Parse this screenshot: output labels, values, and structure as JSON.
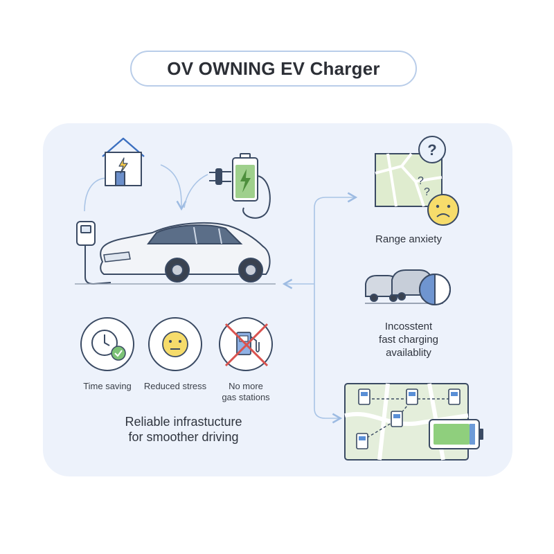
{
  "title": "OV OWNING EV Charger",
  "benefits": [
    {
      "label": "Time saving",
      "icon": "clock-check-icon"
    },
    {
      "label": "Reduced stress",
      "icon": "neutral-face-icon"
    },
    {
      "label_line1": "No more",
      "label_line2": "gas stations",
      "icon": "crossed-gas-pump-icon"
    }
  ],
  "tagline_line1": "Reliable infrastucture",
  "tagline_line2": "for smoother driving",
  "issues": [
    {
      "label": "Range anxiety",
      "icon": "map-question-sad-icon"
    },
    {
      "label_line1": "Incosstent",
      "label_line2": "fast charging",
      "label_line3": "availablity",
      "icon": "cars-charger-icon"
    }
  ],
  "colors": {
    "accent": "#3b82c4",
    "panel_bg": "#edf2fb",
    "green": "#7cc276",
    "yellow": "#f6dc6b",
    "red": "#d9534f"
  }
}
